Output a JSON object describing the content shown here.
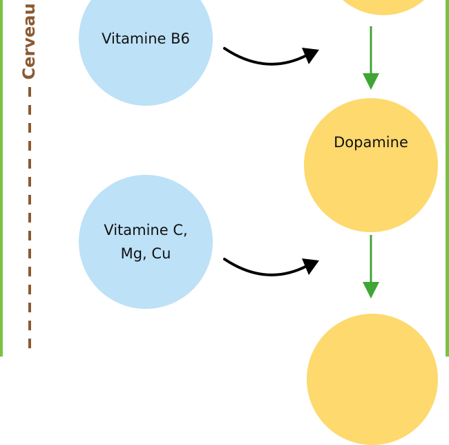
{
  "side_label": "Cerveau",
  "nodes": {
    "vitamin_b6": "Vitamine B6",
    "vitamin_c_line1": "Vitamine C,",
    "vitamin_c_line2": "Mg, Cu",
    "dopamine": "Dopamine"
  },
  "colors": {
    "frame": "#7cc242",
    "dashed_line": "#8a5a32",
    "cofactor_circle": "#bde1f7",
    "product_circle": "#fdd96e",
    "flow_arrow": "#3fa535",
    "cofactor_arrow": "#000000"
  }
}
